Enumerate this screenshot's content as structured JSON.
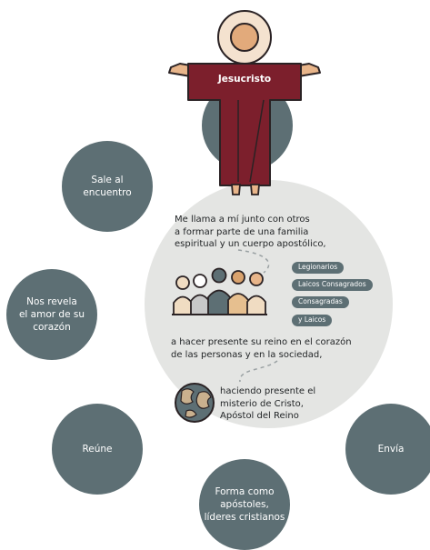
{
  "figure": {
    "center_figure": {
      "label": "Jesucristo",
      "icon": "jesus-figure-icon"
    },
    "outer_circles": [
      {
        "label": "Sale al\nencuentro"
      },
      {
        "label": "Nos revela\nel amor de su\ncorazón"
      },
      {
        "label": "Reúne"
      },
      {
        "label": "Forma como\napóstoles,\nlíderes cristianos"
      },
      {
        "label": "Envía"
      }
    ],
    "main_circle": {
      "text_top": "Me llama a mí junto con otros\na formar parte de una familia\nespiritual y un cuerpo apostólico,",
      "groups_icon": "people-group-icon",
      "tags": [
        "Legionarios",
        "Laicos Consagrados",
        "Consagradas",
        "y Laicos"
      ],
      "text_middle": "a hacer presente su reino en el corazón\nde las personas y en la sociedad,",
      "globe_icon": "globe-icon",
      "text_bottom": "haciendo presente el\nmisterio de Cristo,\nApóstol del Reino"
    },
    "colors": {
      "circle": "#5d6f74",
      "main_circle": "#e4e5e3",
      "robe": "#7c1f2c",
      "skin": "#e8b58a",
      "outline": "#2a2224"
    }
  }
}
